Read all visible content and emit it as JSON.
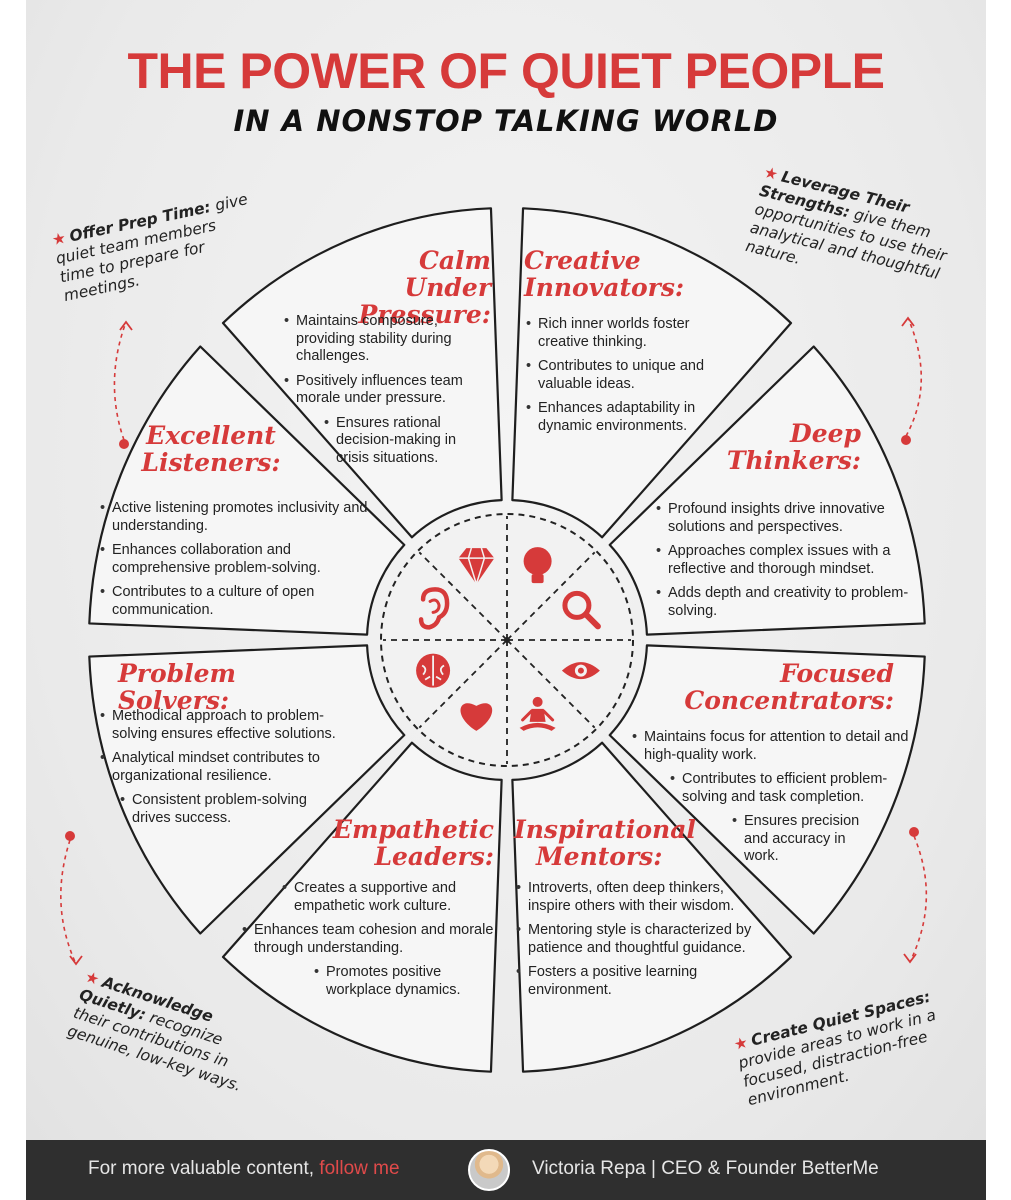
{
  "title": "THE POWER OF QUIET PEOPLE",
  "subtitle": "IN A NONSTOP TALKING WORLD",
  "colors": {
    "accent": "#d63a3a",
    "ink": "#222222",
    "paper": "#eeeeee",
    "footer": "#2f2f2f"
  },
  "segments": [
    {
      "title_lines": [
        "Calm Under",
        "Pressure:"
      ],
      "bullets": [
        "Maintains composure, providing stability during challenges.",
        "Positively influences team morale under pressure.",
        "Ensures rational decision-making in crisis situations."
      ]
    },
    {
      "title_lines": [
        "Creative",
        "Innovators:"
      ],
      "bullets": [
        "Rich inner worlds foster creative thinking.",
        "Contributes to unique and valuable ideas.",
        "Enhances adaptability in dynamic environments."
      ]
    },
    {
      "title_lines": [
        "Deep",
        "Thinkers:"
      ],
      "bullets": [
        "Profound insights drive innovative solutions and perspectives.",
        "Approaches complex issues with a reflective and thorough mindset.",
        "Adds depth and creativity to problem-solving."
      ]
    },
    {
      "title_lines": [
        "Focused",
        "Concentrators:"
      ],
      "bullets": [
        "Maintains focus for attention to detail and high-quality work.",
        "Contributes to efficient problem-solving and task completion.",
        "Ensures precision and accuracy in work."
      ]
    },
    {
      "title_lines": [
        "Inspirational",
        "Mentors:"
      ],
      "bullets": [
        "Introverts, often deep thinkers, inspire others with their wisdom.",
        "Mentoring style is characterized by patience and thoughtful guidance.",
        "Fosters a positive learning environment."
      ]
    },
    {
      "title_lines": [
        "Empathetic",
        "Leaders:"
      ],
      "bullets": [
        "Creates a supportive and empathetic work culture.",
        "Enhances team cohesion and morale through understanding.",
        "Promotes positive workplace dynamics."
      ]
    },
    {
      "title_lines": [
        "Problem Solvers:"
      ],
      "bullets": [
        "Methodical approach to problem-solving ensures effective solutions.",
        "Analytical mindset contributes to organizational resilience.",
        "Consistent problem-solving drives success."
      ]
    },
    {
      "title_lines": [
        "Excellent",
        "Listeners:"
      ],
      "bullets": [
        "Active listening promotes inclusivity and understanding.",
        "Enhances collaboration and comprehensive problem-solving.",
        "Contributes to a culture of open communication."
      ]
    }
  ],
  "icons": [
    "diamond-icon",
    "lightbulb-icon",
    "magnifier-icon",
    "eye-icon",
    "meditation-icon",
    "heart-icon",
    "brain-icon",
    "ear-icon"
  ],
  "tips": [
    {
      "title": "Offer Prep Time:",
      "text": "give quiet team members time to prepare for meetings."
    },
    {
      "title": "Leverage Their Strengths:",
      "text": "give them opportunities to use their analytical and thoughtful nature."
    },
    {
      "title": "Create Quiet Spaces:",
      "text": "provide areas to work in a focused, distraction-free environment."
    },
    {
      "title": "Acknowledge Quietly:",
      "text": "recognize their contributions in genuine, low-key ways."
    }
  ],
  "footer": {
    "lead": "For more valuable content,",
    "link": "follow me",
    "author": "Victoria Repa | CEO & Founder BetterMe"
  }
}
